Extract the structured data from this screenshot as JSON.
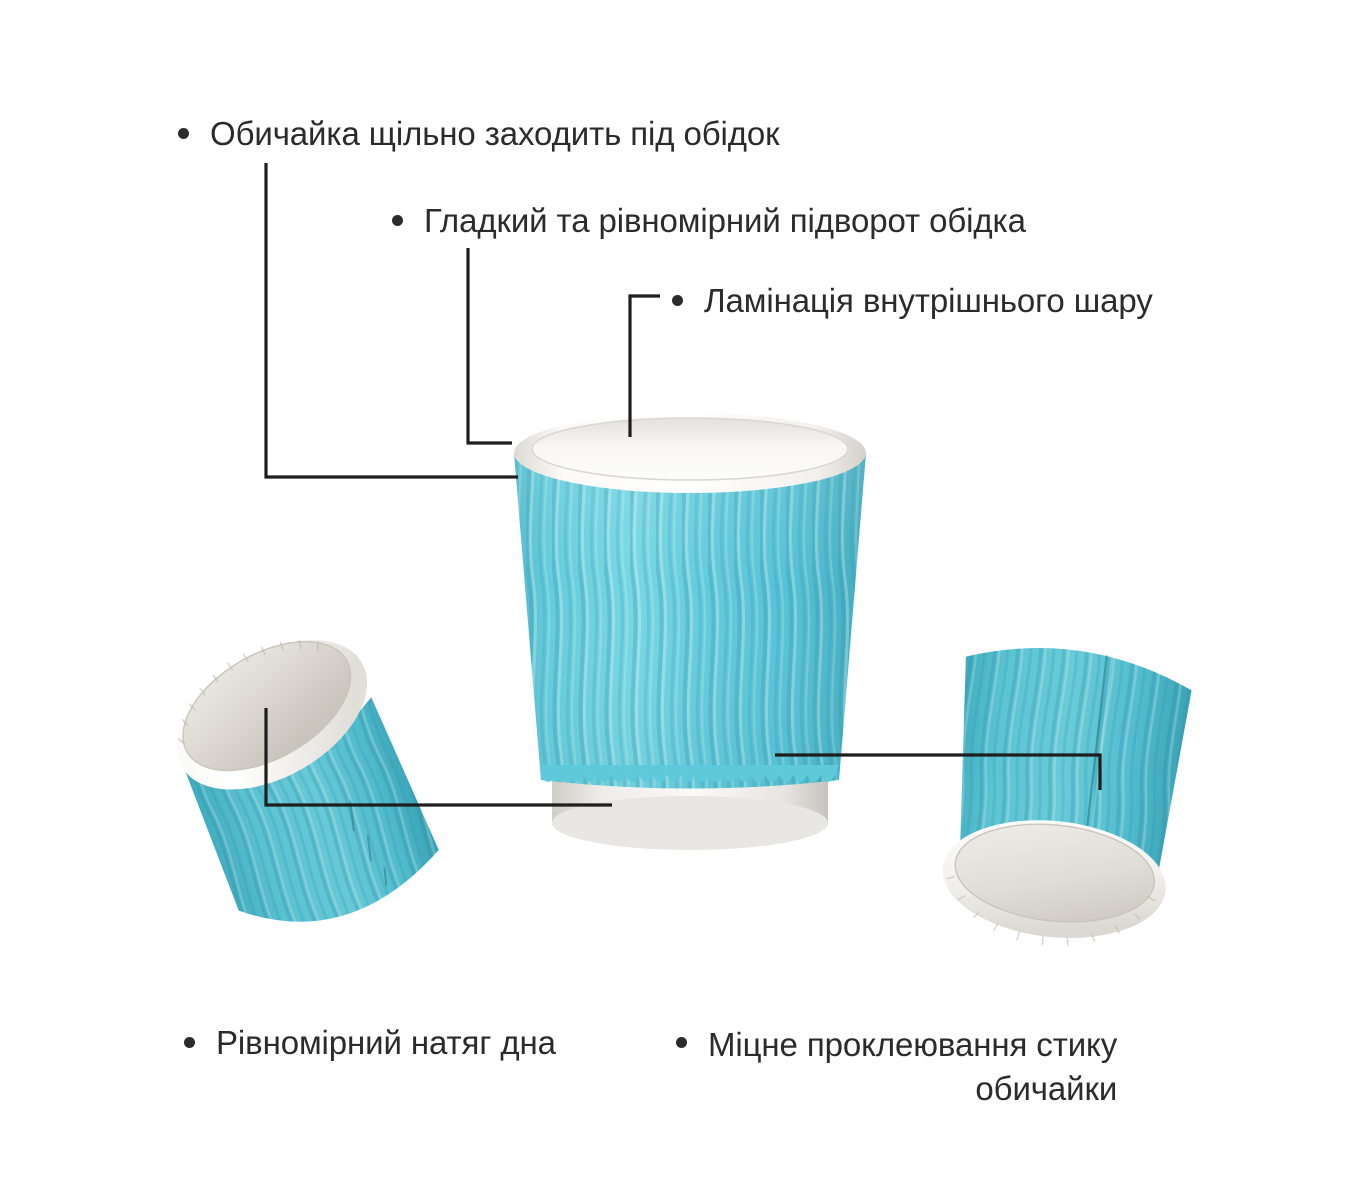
{
  "page": {
    "background_color": "#ffffff",
    "text_color": "#2b2b2b",
    "accent_color": "#5ccbdc",
    "cup_body_color": "#5ec9da",
    "cup_white_color": "#f2f1ee",
    "leader_line_color": "#1e1e1e",
    "language": "uk"
  },
  "annotations": [
    {
      "id": "sleeve-under-rim",
      "text": "Обичайка щільно заходить під обідок",
      "bullet": "•",
      "position": "top-left"
    },
    {
      "id": "smooth-rim-curl",
      "text": "Гладкий та рівномірний підворот обідка",
      "bullet": "•",
      "position": "top-center"
    },
    {
      "id": "inner-layer-lamination",
      "text": "Ламінація внутрішнього шару",
      "bullet": "•",
      "position": "top-right"
    },
    {
      "id": "even-bottom-tension",
      "text": "Рівномірний натяг дна",
      "bullet": "•",
      "position": "bottom-left"
    },
    {
      "id": "strong-seam-glue",
      "text": "Міцне проклеювання стику\nобичайки",
      "bullet": "•",
      "position": "bottom-right"
    }
  ],
  "objects": [
    {
      "id": "cup-main",
      "label": "main-upright-ripple-cup",
      "description": "Turquoise rippled paper cup, upright, white rolled rim and white base"
    },
    {
      "id": "cup-left",
      "label": "tilted-cup-bottom-view",
      "description": "Tilted cup showing white bottom disc and ripple sleeve"
    },
    {
      "id": "cup-right",
      "label": "tilted-cup-seam-view",
      "description": "Tilted cup showing vertical glued sleeve seam and white base"
    }
  ]
}
